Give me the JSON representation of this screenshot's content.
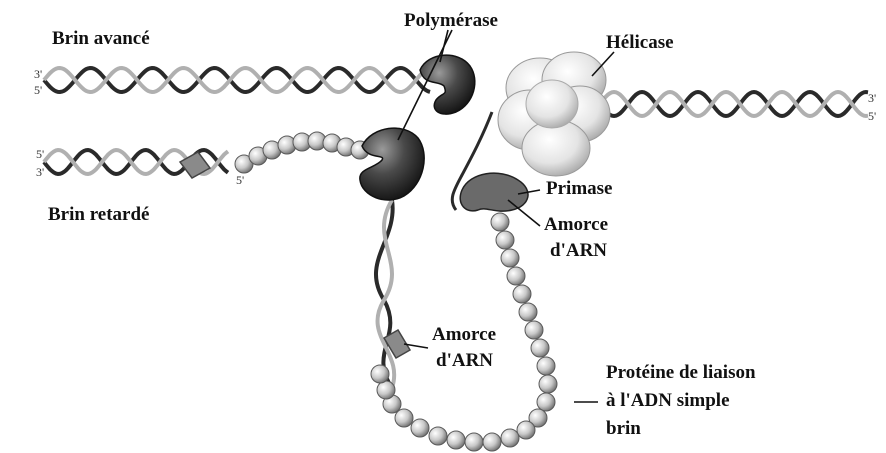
{
  "labels": {
    "leading_strand": "Brin avancé",
    "lagging_strand": "Brin retardé",
    "polymerase": "Polymérase",
    "helicase": "Hélicase",
    "primase": "Primase",
    "rna_primer_top_line1": "Amorce",
    "rna_primer_top_line2": "d'ARN",
    "rna_primer_bottom_line1": "Amorce",
    "rna_primer_bottom_line2": "d'ARN",
    "ssb_line1": "Protéine de liaison",
    "ssb_line2": "à l'ADN simple",
    "ssb_line3": "brin"
  },
  "strand_ends": {
    "top_left_upper": "3'",
    "top_left_lower": "5'",
    "mid_left_upper": "5'",
    "mid_left_lower": "3'",
    "lagging_5prime": "5'",
    "right_upper": "3'",
    "right_lower": "5'"
  },
  "colors": {
    "dna_dark": "#2a2a2a",
    "dna_light": "#b9b9b9",
    "protein_dark": "#3d3d3d",
    "helicase": "#e6e6e6",
    "bead": "#cfcfcf",
    "primer": "#8a8a8a"
  }
}
